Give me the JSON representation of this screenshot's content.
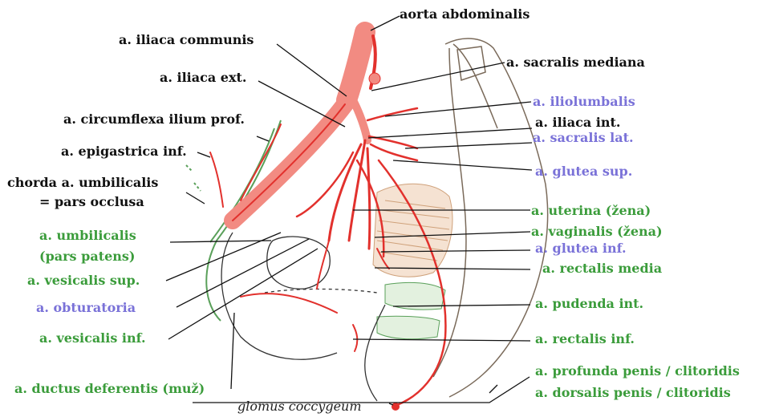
{
  "colors": {
    "black": "#111111",
    "green": "#3b9c3b",
    "blue": "#7a72d8",
    "artery": "#e2312d"
  },
  "labels": {
    "aorta_abdominalis": "aorta abdominalis",
    "iliaca_communis": "a. iliaca communis",
    "sacralis_mediana": "a. sacralis mediana",
    "iliaca_ext": "a. iliaca ext.",
    "iliolumbalis": "a. iliolumbalis",
    "circumflexa": "a. circumflexa ilium prof.",
    "iliaca_int": "a. iliaca int.",
    "sacralis_lat": "a. sacralis lat.",
    "epigastrica": "a. epigastrica inf.",
    "glutea_sup": "a. glutea sup.",
    "chorda_1": "chorda a. umbilicalis",
    "chorda_2": "= pars occlusa",
    "uterina": "a. uterina (žena)",
    "umbilicalis_1": "a. umbilicalis",
    "umbilicalis_2": "(pars patens)",
    "vaginalis": "a. vaginalis (žena)",
    "glutea_inf": "a. glutea inf.",
    "rectalis_media": "a. rectalis media",
    "vesicalis_sup": "a. vesicalis sup.",
    "obturatoria": "a. obturatoria",
    "pudenda_int": "a. pudenda int.",
    "vesicalis_inf": "a. vesicalis inf.",
    "rectalis_inf": "a. rectalis inf.",
    "profunda_penis": "a. profunda penis / clitoridis",
    "ductus_deferentis": "a. ductus deferentis (muž)",
    "dorsalis_penis": "a. dorsalis penis / clitoridis",
    "glomus": "glomus coccygeum"
  }
}
